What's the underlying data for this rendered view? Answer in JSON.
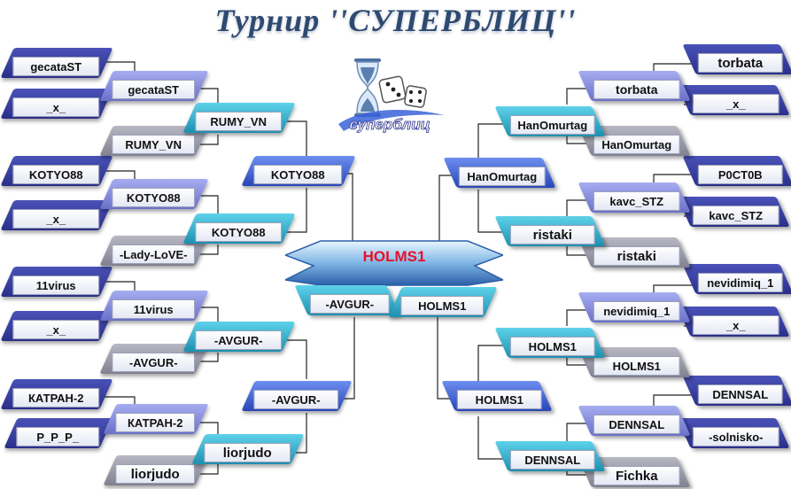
{
  "title": "Турнир ''СУПЕРБЛИЦ''",
  "logo_text": "суперблиц",
  "champion": "HOLMS1",
  "colors": {
    "navy": "#2a2f8a",
    "periwinkle": "#7f86d6",
    "teal": "#1ea6c4",
    "blue": "#3a63d8",
    "gray": "#8f8f9a",
    "champion_text": "#e8102a"
  },
  "left": {
    "r1": [
      "gecataST",
      "_x_",
      "KOTYO88",
      "_x_",
      "11virus",
      "_x_",
      "КАТРАН-2",
      "P_P_P_"
    ],
    "r2": [
      "gecataST",
      "RUMY_VN",
      "KOTYO88",
      "-Lady-LoVE-",
      "11virus",
      "-AVGUR-",
      "КАТРАН-2",
      "liorjudo"
    ],
    "r3": [
      "RUMY_VN",
      "KOTYO88",
      "-AVGUR-",
      "liorjudo"
    ],
    "r4": [
      "KOTYO88",
      "-AVGUR-"
    ],
    "semi": "-AVGUR-"
  },
  "right": {
    "r1": [
      "torbata",
      "_x_",
      "P0CT0B",
      "kavc_STZ",
      "nevidimiq_1",
      "_x_",
      "DENNSAL",
      "-solnisko-"
    ],
    "r2": [
      "torbata",
      "HanOmurtag",
      "kavc_STZ",
      "ristaki",
      "nevidimiq_1",
      "HOLMS1",
      "DENNSAL",
      "Fichka"
    ],
    "r3": [
      "HanOmurtag",
      "ristaki",
      "HOLMS1",
      "DENNSAL"
    ],
    "r4": [
      "HanOmurtag",
      "HOLMS1"
    ],
    "semi": "HOLMS1"
  }
}
